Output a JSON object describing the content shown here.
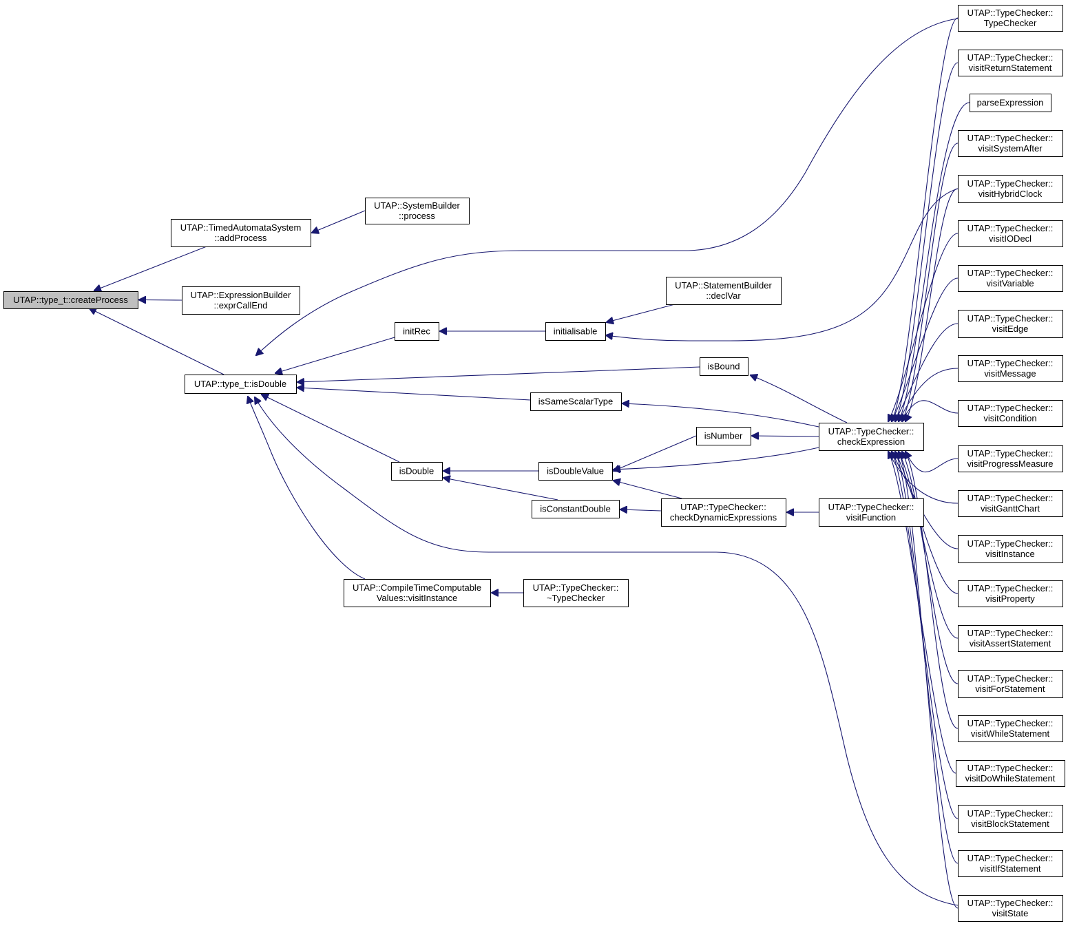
{
  "diagram": {
    "type": "call-graph",
    "edge_color": "#191970",
    "root_fill": "#bfbfbf",
    "nodes": [
      {
        "id": "createProcess",
        "lines": [
          "UTAP::type_t::createProcess"
        ],
        "root": true
      },
      {
        "id": "addProcess",
        "lines": [
          "UTAP::TimedAutomataSystem",
          "::addProcess"
        ]
      },
      {
        "id": "exprCallEnd",
        "lines": [
          "UTAP::ExpressionBuilder",
          "::exprCallEnd"
        ]
      },
      {
        "id": "isDoubleT",
        "lines": [
          "UTAP::type_t::isDouble"
        ]
      },
      {
        "id": "sbProcess",
        "lines": [
          "UTAP::SystemBuilder",
          "::process"
        ]
      },
      {
        "id": "initRec",
        "lines": [
          "initRec"
        ]
      },
      {
        "id": "isDouble",
        "lines": [
          "isDouble"
        ]
      },
      {
        "id": "ctcVisitInstance",
        "lines": [
          "UTAP::CompileTimeComputable",
          "Values::visitInstance"
        ]
      },
      {
        "id": "initialisable",
        "lines": [
          "initialisable"
        ]
      },
      {
        "id": "isSameScalarType",
        "lines": [
          "isSameScalarType"
        ]
      },
      {
        "id": "isDoubleValue",
        "lines": [
          "isDoubleValue"
        ]
      },
      {
        "id": "isConstantDouble",
        "lines": [
          "isConstantDouble"
        ]
      },
      {
        "id": "tcDestructor",
        "lines": [
          "UTAP::TypeChecker::",
          "~TypeChecker"
        ]
      },
      {
        "id": "declVar",
        "lines": [
          "UTAP::StatementBuilder",
          "::declVar"
        ]
      },
      {
        "id": "isBound",
        "lines": [
          "isBound"
        ]
      },
      {
        "id": "isNumber",
        "lines": [
          "isNumber"
        ]
      },
      {
        "id": "checkDynamicExpressions",
        "lines": [
          "UTAP::TypeChecker::",
          "checkDynamicExpressions"
        ]
      },
      {
        "id": "checkExpression",
        "lines": [
          "UTAP::TypeChecker::",
          "checkExpression"
        ]
      },
      {
        "id": "visitFunction",
        "lines": [
          "UTAP::TypeChecker::",
          "visitFunction"
        ]
      },
      {
        "id": "TypeChecker",
        "lines": [
          "UTAP::TypeChecker::",
          "TypeChecker"
        ]
      },
      {
        "id": "visitReturnStatement",
        "lines": [
          "UTAP::TypeChecker::",
          "visitReturnStatement"
        ]
      },
      {
        "id": "parseExpression",
        "lines": [
          "parseExpression"
        ]
      },
      {
        "id": "visitSystemAfter",
        "lines": [
          "UTAP::TypeChecker::",
          "visitSystemAfter"
        ]
      },
      {
        "id": "visitHybridClock",
        "lines": [
          "UTAP::TypeChecker::",
          "visitHybridClock"
        ]
      },
      {
        "id": "visitIODecl",
        "lines": [
          "UTAP::TypeChecker::",
          "visitIODecl"
        ]
      },
      {
        "id": "visitVariable",
        "lines": [
          "UTAP::TypeChecker::",
          "visitVariable"
        ]
      },
      {
        "id": "visitEdge",
        "lines": [
          "UTAP::TypeChecker::",
          "visitEdge"
        ]
      },
      {
        "id": "visitMessage",
        "lines": [
          "UTAP::TypeChecker::",
          "visitMessage"
        ]
      },
      {
        "id": "visitCondition",
        "lines": [
          "UTAP::TypeChecker::",
          "visitCondition"
        ]
      },
      {
        "id": "visitProgressMeasure",
        "lines": [
          "UTAP::TypeChecker::",
          "visitProgressMeasure"
        ]
      },
      {
        "id": "visitGanttChart",
        "lines": [
          "UTAP::TypeChecker::",
          "visitGanttChart"
        ]
      },
      {
        "id": "visitInstance",
        "lines": [
          "UTAP::TypeChecker::",
          "visitInstance"
        ]
      },
      {
        "id": "visitProperty",
        "lines": [
          "UTAP::TypeChecker::",
          "visitProperty"
        ]
      },
      {
        "id": "visitAssertStatement",
        "lines": [
          "UTAP::TypeChecker::",
          "visitAssertStatement"
        ]
      },
      {
        "id": "visitForStatement",
        "lines": [
          "UTAP::TypeChecker::",
          "visitForStatement"
        ]
      },
      {
        "id": "visitWhileStatement",
        "lines": [
          "UTAP::TypeChecker::",
          "visitWhileStatement"
        ]
      },
      {
        "id": "visitDoWhileStatement",
        "lines": [
          "UTAP::TypeChecker::",
          "visitDoWhileStatement"
        ]
      },
      {
        "id": "visitBlockStatement",
        "lines": [
          "UTAP::TypeChecker::",
          "visitBlockStatement"
        ]
      },
      {
        "id": "visitIfStatement",
        "lines": [
          "UTAP::TypeChecker::",
          "visitIfStatement"
        ]
      },
      {
        "id": "visitState",
        "lines": [
          "UTAP::TypeChecker::",
          "visitState"
        ]
      }
    ],
    "edges": [
      {
        "from": "addProcess",
        "to": "createProcess"
      },
      {
        "from": "exprCallEnd",
        "to": "createProcess"
      },
      {
        "from": "isDoubleT",
        "to": "createProcess"
      },
      {
        "from": "sbProcess",
        "to": "addProcess"
      },
      {
        "from": "TypeChecker",
        "to": "isDoubleT"
      },
      {
        "from": "initRec",
        "to": "isDoubleT"
      },
      {
        "from": "isBound",
        "to": "isDoubleT"
      },
      {
        "from": "isSameScalarType",
        "to": "isDoubleT"
      },
      {
        "from": "isDouble",
        "to": "isDoubleT"
      },
      {
        "from": "ctcVisitInstance",
        "to": "isDoubleT"
      },
      {
        "from": "visitState",
        "to": "isDoubleT"
      },
      {
        "from": "initialisable",
        "to": "initRec"
      },
      {
        "from": "declVar",
        "to": "initialisable"
      },
      {
        "from": "visitHybridClock",
        "to": "initialisable"
      },
      {
        "from": "isDoubleValue",
        "to": "isDouble"
      },
      {
        "from": "isConstantDouble",
        "to": "isDouble"
      },
      {
        "from": "tcDestructor",
        "to": "ctcVisitInstance"
      },
      {
        "from": "checkExpression",
        "to": "isBound"
      },
      {
        "from": "checkExpression",
        "to": "isSameScalarType"
      },
      {
        "from": "checkExpression",
        "to": "isNumber"
      },
      {
        "from": "checkExpression",
        "to": "isDoubleValue"
      },
      {
        "from": "isNumber",
        "to": "isDoubleValue"
      },
      {
        "from": "checkDynamicExpressions",
        "to": "isDoubleValue"
      },
      {
        "from": "checkDynamicExpressions",
        "to": "isConstantDouble"
      },
      {
        "from": "visitFunction",
        "to": "checkDynamicExpressions"
      },
      {
        "from": "TypeChecker",
        "to": "checkExpression"
      },
      {
        "from": "visitReturnStatement",
        "to": "checkExpression"
      },
      {
        "from": "parseExpression",
        "to": "checkExpression"
      },
      {
        "from": "visitSystemAfter",
        "to": "checkExpression"
      },
      {
        "from": "visitHybridClock",
        "to": "checkExpression"
      },
      {
        "from": "visitIODecl",
        "to": "checkExpression"
      },
      {
        "from": "visitVariable",
        "to": "checkExpression"
      },
      {
        "from": "visitEdge",
        "to": "checkExpression"
      },
      {
        "from": "visitMessage",
        "to": "checkExpression"
      },
      {
        "from": "visitCondition",
        "to": "checkExpression"
      },
      {
        "from": "visitProgressMeasure",
        "to": "checkExpression"
      },
      {
        "from": "visitGanttChart",
        "to": "checkExpression"
      },
      {
        "from": "visitInstance",
        "to": "checkExpression"
      },
      {
        "from": "visitProperty",
        "to": "checkExpression"
      },
      {
        "from": "visitAssertStatement",
        "to": "checkExpression"
      },
      {
        "from": "visitForStatement",
        "to": "checkExpression"
      },
      {
        "from": "visitWhileStatement",
        "to": "checkExpression"
      },
      {
        "from": "visitDoWhileStatement",
        "to": "checkExpression"
      },
      {
        "from": "visitBlockStatement",
        "to": "checkExpression"
      },
      {
        "from": "visitIfStatement",
        "to": "checkExpression"
      },
      {
        "from": "visitState",
        "to": "checkExpression"
      }
    ]
  }
}
